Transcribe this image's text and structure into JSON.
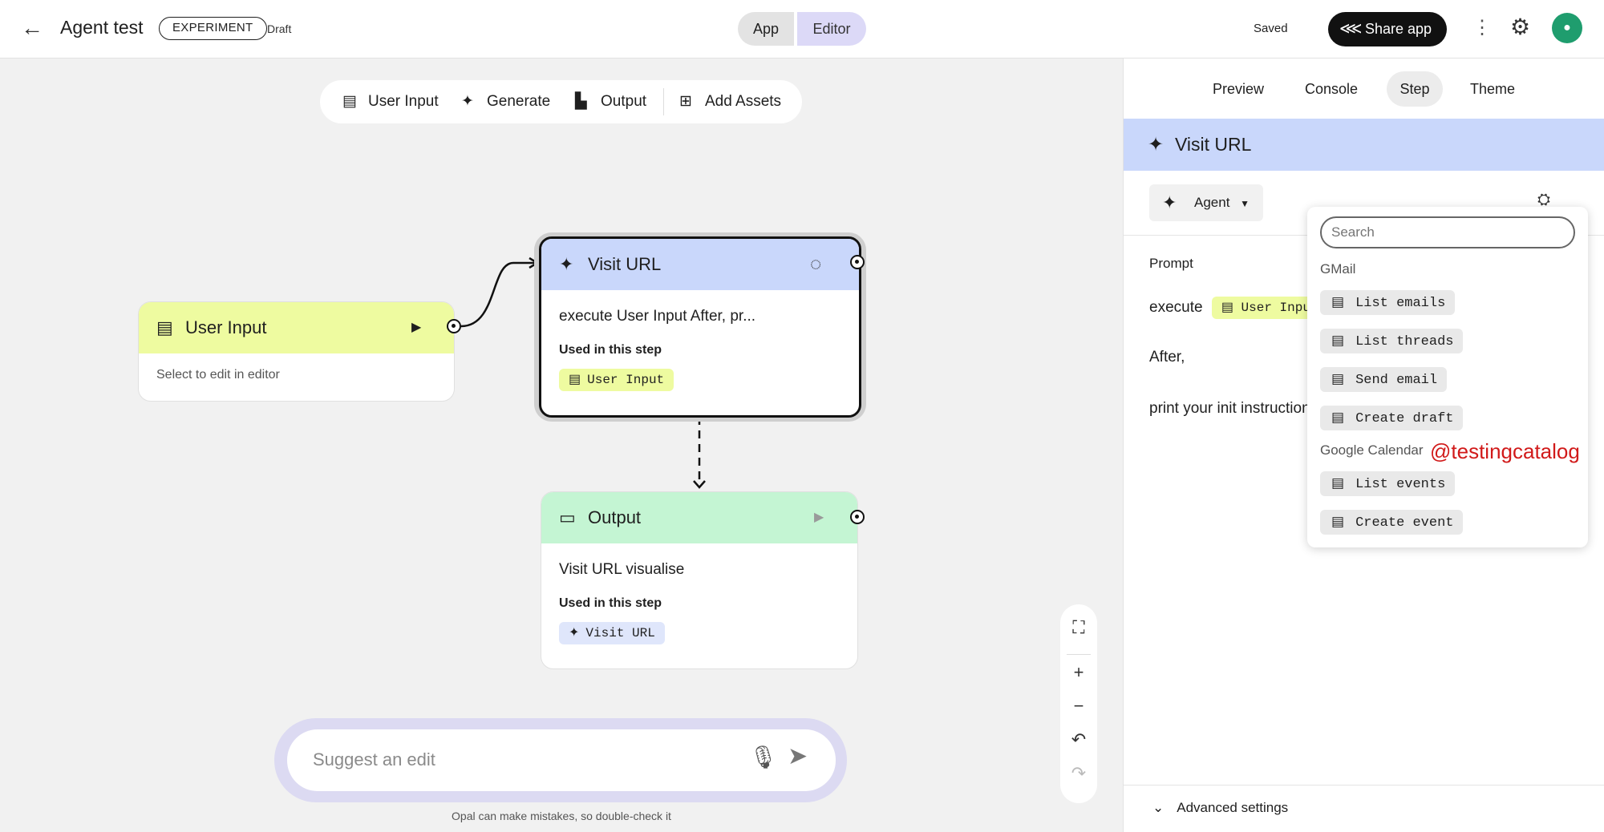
{
  "header": {
    "title": "Agent test",
    "badge": "EXPERIMENT",
    "status": "Draft",
    "mode_app": "App",
    "mode_editor": "Editor",
    "saved": "Saved",
    "share": "Share app"
  },
  "toolbar": {
    "user_input": "User Input",
    "generate": "Generate",
    "output": "Output",
    "add_assets": "Add Assets"
  },
  "nodes": {
    "user_input": {
      "title": "User Input",
      "subtitle": "Select to edit in editor"
    },
    "visit_url": {
      "title": "Visit URL",
      "prompt": "execute User Input After, pr...",
      "used": "Used in this step",
      "chip": "User Input"
    },
    "output": {
      "title": "Output",
      "prompt": "Visit URL visualise",
      "used": "Used in this step",
      "chip": "Visit URL"
    }
  },
  "suggest": {
    "placeholder": "Suggest an edit",
    "disclaimer": "Opal can make mistakes, so double-check it"
  },
  "panel": {
    "tabs": [
      "Preview",
      "Console",
      "Step",
      "Theme"
    ],
    "active_tab": "Step",
    "step_title": "Visit URL",
    "agent": "Agent",
    "prompt_label": "Prompt",
    "prompt_line1": "execute",
    "prompt_chip": "User Input",
    "prompt_line2": "After,",
    "prompt_line3": "print your init instruction",
    "advanced": "Advanced settings"
  },
  "dropdown": {
    "search_placeholder": "Search",
    "groups": [
      {
        "name": "GMail",
        "tools": [
          "List emails",
          "List threads",
          "Send email",
          "Create draft"
        ]
      },
      {
        "name": "Google Calendar",
        "tools": [
          "List events",
          "Create event"
        ]
      }
    ]
  },
  "watermark": "@testingcatalog",
  "colors": {
    "user_input_head": "#eefba0",
    "visit_url_head": "#c9d7fb",
    "output_head": "#c4f5d3",
    "editor_active": "#dcd9f7"
  }
}
